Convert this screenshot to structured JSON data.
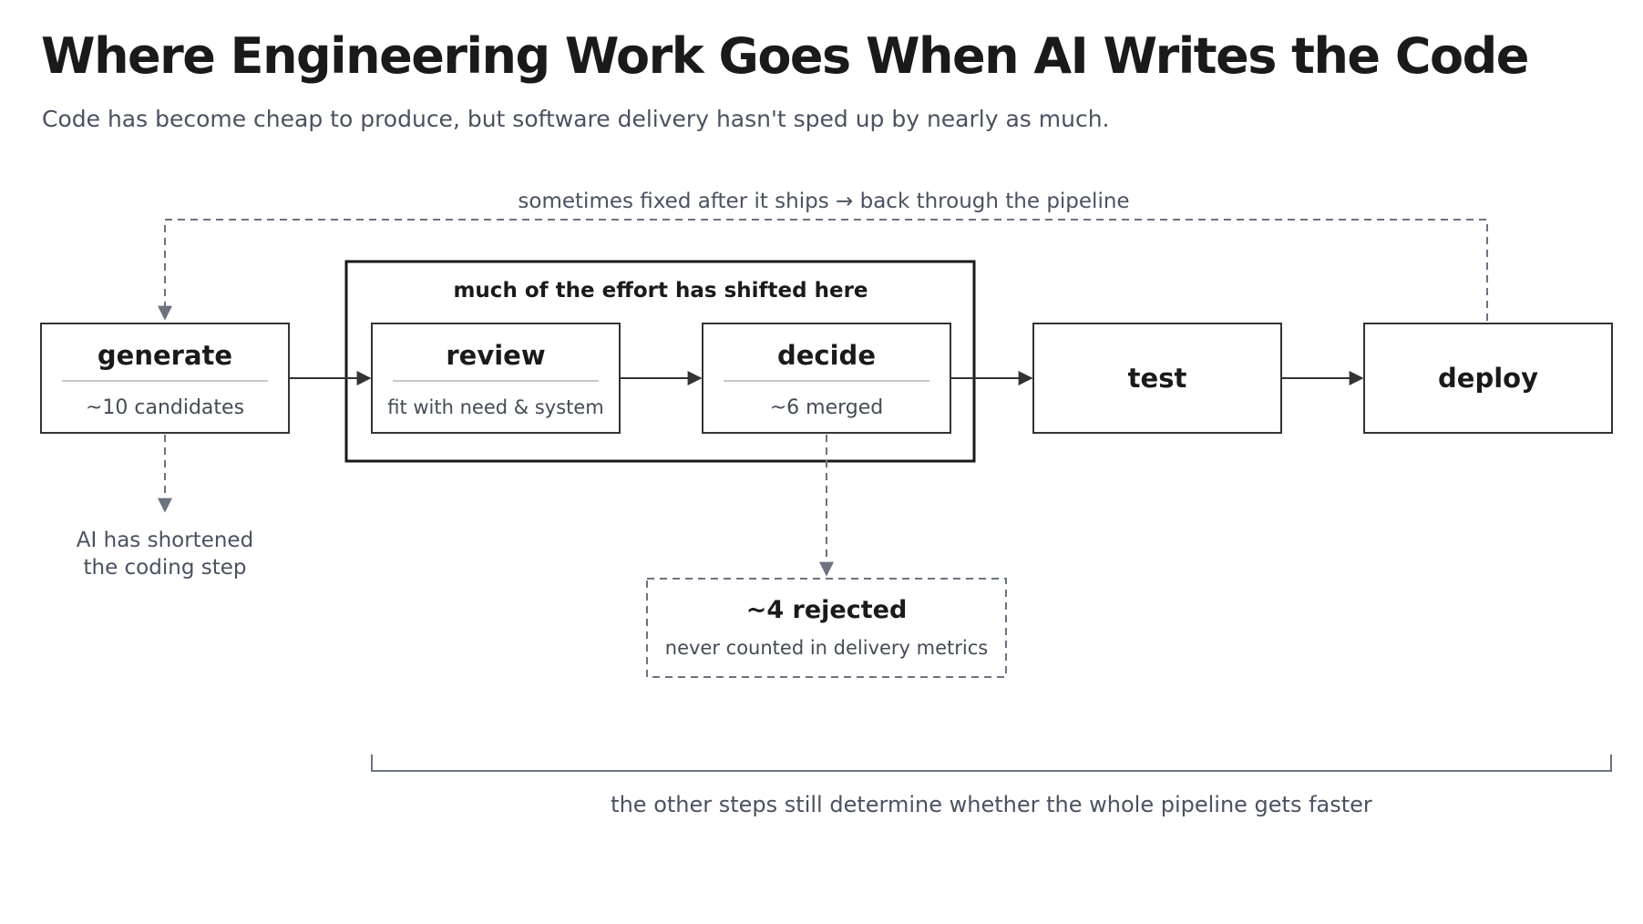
{
  "title": "Where Engineering Work Goes When AI Writes the Code",
  "subtitle": "Code has become cheap to produce, but software delivery hasn't sped up by nearly as much.",
  "feedback_loop_label": "sometimes fixed after it ships → back through the pipeline",
  "focus_group_label": "much of the effort has shifted here",
  "stages": {
    "generate": {
      "label": "generate",
      "detail": "~10 candidates"
    },
    "review": {
      "label": "review",
      "detail": "fit with need & system"
    },
    "decide": {
      "label": "decide",
      "detail": "~6 merged"
    },
    "test": {
      "label": "test"
    },
    "deploy": {
      "label": "deploy"
    }
  },
  "ai_note": {
    "line1": "AI has shortened",
    "line2": "the coding step"
  },
  "rejected": {
    "label": "~4 rejected",
    "detail": "never counted in delivery metrics"
  },
  "bracket_note": "the other steps still determine whether the whole pipeline gets faster",
  "colors": {
    "ink": "#1a1a1a",
    "muted": "#4a5160",
    "dashed": "#6b7280",
    "divider": "#b5b5b5"
  }
}
